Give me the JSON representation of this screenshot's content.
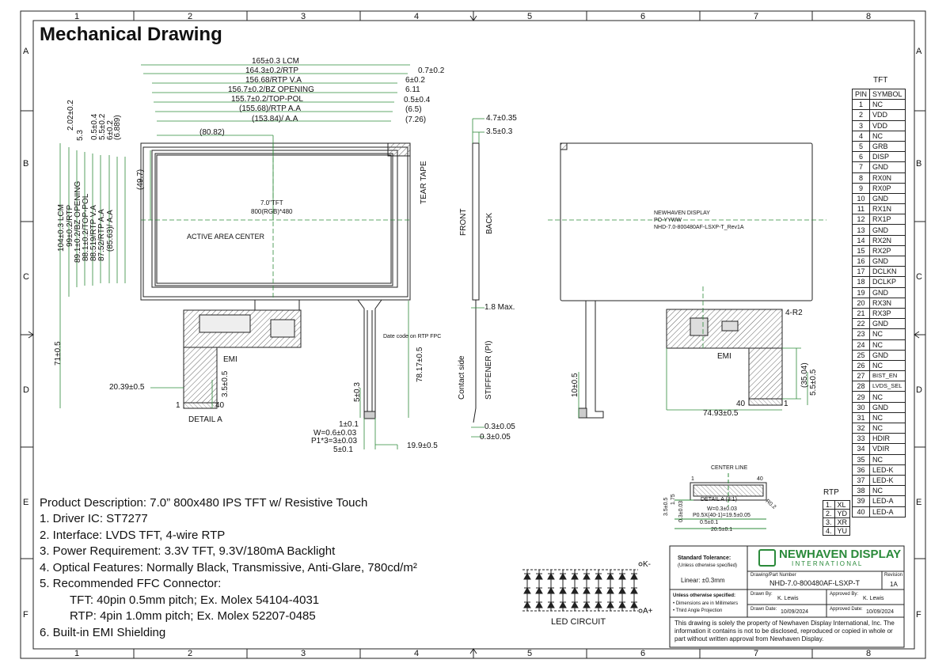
{
  "title": "Mechanical Drawing",
  "grid": {
    "cols": [
      "1",
      "2",
      "3",
      "4",
      "5",
      "6",
      "7",
      "8"
    ],
    "rows": [
      "A",
      "B",
      "C",
      "D",
      "E",
      "F"
    ]
  },
  "front_dims": {
    "lcm_w": "165±0.3 LCM",
    "rtp_w": "164.3±0.2/RTP",
    "rtp_va": "156.68/RTP V.A",
    "bz_open": "156.7±0.2/BZ OPENING",
    "top_pol": "155.7±0.2/TOP-POL",
    "rtp_aa": "(155.68)/RTP A.A",
    "aa": "(153.84)/ A.A",
    "r07": "0.7±0.2",
    "r6": "6±0.2",
    "r611": "6.11",
    "r05": "0.5±0.4",
    "r65": "(6.5)",
    "r726": "(7.26)",
    "c8082": "(80.82)",
    "c497": "(49.7)",
    "v202": "2.02±0.2",
    "v53": "5.3",
    "v05": "0.5±0.4",
    "v55": "5.5±0.2",
    "v6": "6±0.2",
    "v6889": "(6.889)",
    "h_lcm": "104±0.3 LCM",
    "h_rtp": "99±0.2/RTP",
    "h_bz": "89.1±0.2/BZ OPENING",
    "h_pol": "88.1±0.2/TOP-POL",
    "h_va": "88.519/RTP V.A",
    "h_aa_rtp": "87.52/RTP A.A",
    "h_aa": "(85.63)/ A.A",
    "tft_label": "7.0\"TFT",
    "res_label": "800(RGB)*480",
    "aa_center": "ACTIVE AREA CENTER",
    "tear": "TEAR TAPE",
    "emi": "EMI",
    "d71": "71±0.5",
    "d2039": "20.39±0.5",
    "d35": "3.5±0.5",
    "pin1": "1",
    "pin40": "40",
    "detail_a": "DETAIL A",
    "date_code": "Date code on RTP FPC",
    "d7817": "78.17±0.5",
    "d5": "5±0.3",
    "d1": "1±0.1",
    "w06": "W=0.6±0.03",
    "p1": "P1*3=3±0.03",
    "d51": "5±0.1",
    "d199": "19.9±0.5"
  },
  "side_dims": {
    "t47": "4.7±0.35",
    "t35": "3.5±0.3",
    "front": "FRONT",
    "back": "BACK",
    "max18": "1.8 Max.",
    "contact": "Contact side",
    "stiff": "STIFFENER (PI)",
    "b03a": "0.3±0.05",
    "b03b": "0.3±0.05"
  },
  "back_dims": {
    "nh1": "NEWHAVEN DISPLAY",
    "nh2": "PO-YYWW",
    "nh3": "NHD-7.0-800480AF-LSXP-T_Rev1A",
    "r2": "4-R2",
    "emi": "EMI",
    "d10": "10±0.5",
    "d3504": "(35.04)",
    "d55": "5.5±0.5",
    "p40": "40",
    "p1": "1",
    "d7493": "74.93±0.5"
  },
  "detail": {
    "center": "CENTER LINE",
    "p1": "1",
    "p40": "40",
    "label": "DETAIL A (3:1)",
    "r02": "R0.2",
    "d35": "3.5±0.5",
    "d175": "1.75",
    "d03": "0.3±0.03",
    "w": "W=0.3±0.03",
    "pitch": "P0.5X(40-1)=19.5±0.05",
    "d05": "0.5±0.1",
    "d205": "20.5±0.1"
  },
  "tft_table": {
    "header": "TFT",
    "col_pin": "PIN",
    "col_sym": "SYMBOL",
    "rows": [
      [
        "1",
        "NC"
      ],
      [
        "2",
        "VDD"
      ],
      [
        "3",
        "VDD"
      ],
      [
        "4",
        "NC"
      ],
      [
        "5",
        "GRB"
      ],
      [
        "6",
        "DISP"
      ],
      [
        "7",
        "GND"
      ],
      [
        "8",
        "RX0N"
      ],
      [
        "9",
        "RX0P"
      ],
      [
        "10",
        "GND"
      ],
      [
        "11",
        "RX1N"
      ],
      [
        "12",
        "RX1P"
      ],
      [
        "13",
        "GND"
      ],
      [
        "14",
        "RX2N"
      ],
      [
        "15",
        "RX2P"
      ],
      [
        "16",
        "GND"
      ],
      [
        "17",
        "DCLKN"
      ],
      [
        "18",
        "DCLKP"
      ],
      [
        "19",
        "GND"
      ],
      [
        "20",
        "RX3N"
      ],
      [
        "21",
        "RX3P"
      ],
      [
        "22",
        "GND"
      ],
      [
        "23",
        "NC"
      ],
      [
        "24",
        "NC"
      ],
      [
        "25",
        "GND"
      ],
      [
        "26",
        "NC"
      ],
      [
        "27",
        "BIST_EN"
      ],
      [
        "28",
        "LVDS_SEL"
      ],
      [
        "29",
        "NC"
      ],
      [
        "30",
        "GND"
      ],
      [
        "31",
        "NC"
      ],
      [
        "32",
        "NC"
      ],
      [
        "33",
        "HDIR"
      ],
      [
        "34",
        "VDIR"
      ],
      [
        "35",
        "NC"
      ],
      [
        "36",
        "LED-K"
      ],
      [
        "37",
        "LED-K"
      ],
      [
        "38",
        "NC"
      ],
      [
        "39",
        "LED-A"
      ],
      [
        "40",
        "LED-A"
      ]
    ]
  },
  "rtp_table": {
    "header": "RTP",
    "rows": [
      [
        "1.",
        "XL"
      ],
      [
        "2.",
        "YD"
      ],
      [
        "3.",
        "XR"
      ],
      [
        "4.",
        "YU"
      ]
    ]
  },
  "description": {
    "product": "Product Description: 7.0” 800x480 IPS TFT w/ Resistive Touch",
    "l1": "1. Driver IC: ST7277",
    "l2": "2. Interface: LVDS TFT, 4-wire RTP",
    "l3": "3. Power Requirement: 3.3V TFT, 9.3V/180mA Backlight",
    "l4": "4. Optical Features: Normally Black, Transmissive,  Anti-Glare, 780cd/m²",
    "l5": "5. Recommended FFC Connector:",
    "l5a": "TFT: 40pin 0.5mm pitch; Ex. Molex 54104-4031",
    "l5b": "RTP: 4pin 1.0mm pitch; Ex. Molex 52207-0485",
    "l6": "6.   Built-in EMI Shielding"
  },
  "led": {
    "kminus": "K-",
    "aplus": "A+",
    "label": "LED CIRCUIT"
  },
  "title_block": {
    "tol_title": "Standard Tolerance:",
    "tol_sub": "(Unless otherwise specified)",
    "linear": "Linear:   ±0.3mm",
    "unless": "Unless otherwise specified:",
    "mm": "• Dimensions are in Millimeters",
    "third": "• Third Angle Projection",
    "logo1": "NEWHAVEN DISPLAY",
    "logo2": "I N T E R N A T I O N A L",
    "dpn_label": "Drawing/Part Number",
    "dpn": "NHD-7.0-800480AF-LSXP-T",
    "rev_label": "Revision",
    "rev": "1A",
    "drawn_by_l": "Drawn By:",
    "drawn_by": "K. Lewis",
    "appr_by_l": "Approved By:",
    "appr_by": "K. Lewis",
    "drawn_date_l": "Drawn Date:",
    "drawn_date": "10/09/2024",
    "appr_date_l": "Approved Date:",
    "appr_date": "10/09/2024",
    "notice": "This drawing is solely the property of Newhaven Display International, Inc. The information it contains is not to be disclosed, reproduced or copied in whole or part without written approval from Newhaven Display."
  },
  "colors": {
    "dim_green": "#2e8b3a",
    "hatch": "#555555",
    "logo_green": "#2a8a3a"
  }
}
